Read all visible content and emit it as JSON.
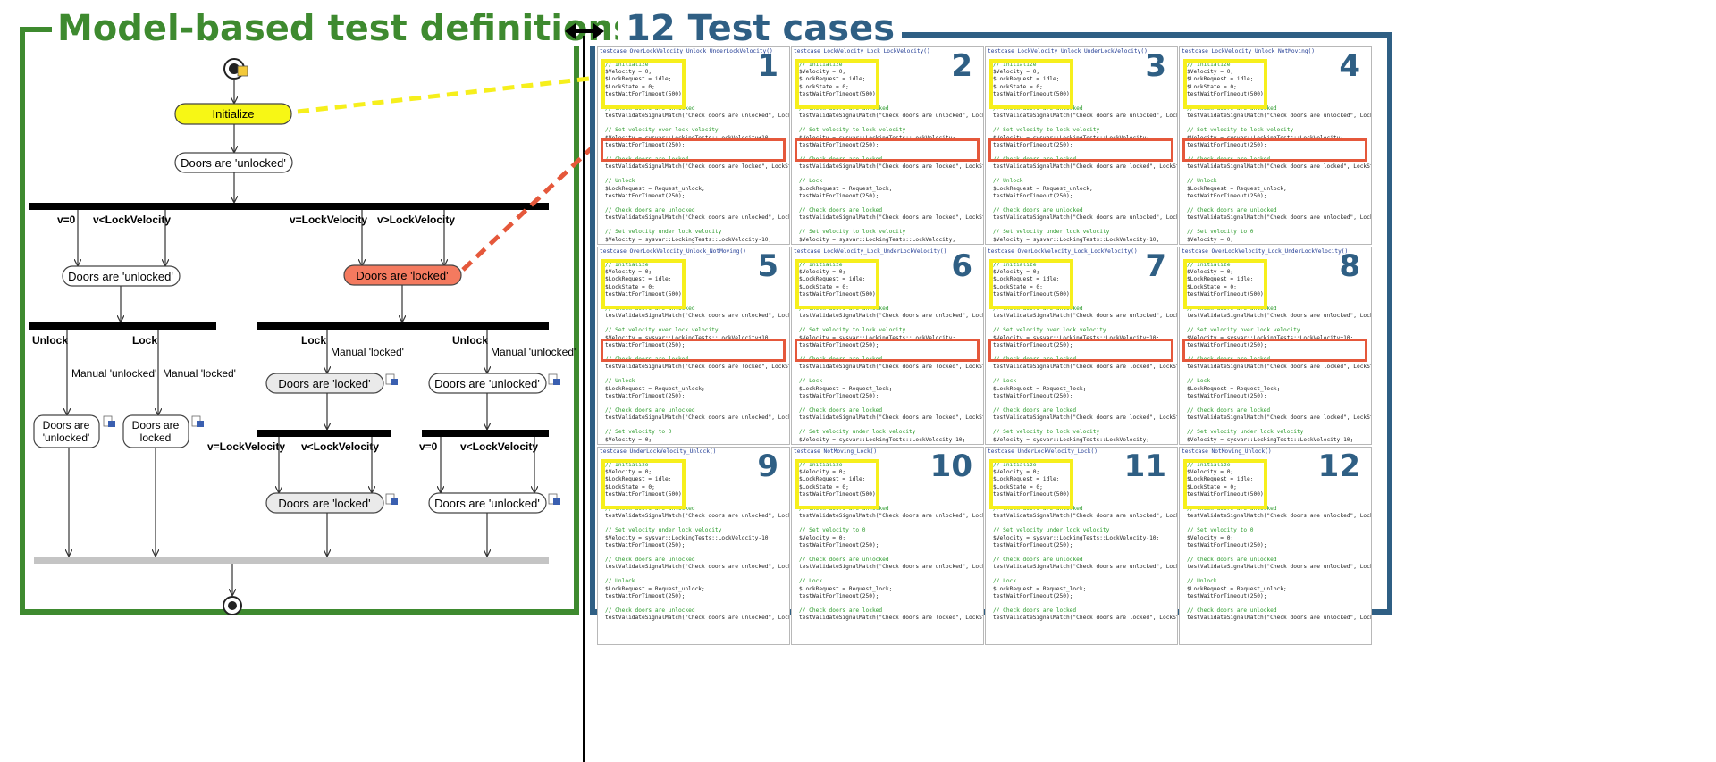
{
  "left_title": "Model-based test definitions",
  "right_title": "12 Test cases",
  "colors": {
    "green": "#3e8a2f",
    "blue": "#2f5f84",
    "yellow": "#f6ef1c",
    "red": "#e5583b"
  },
  "diagram": {
    "initialize": "Initialize",
    "doors_unlocked": "Doors are 'unlocked'",
    "doors_locked": "Doors are 'locked'",
    "doors_are": "Doors are",
    "unlocked_q": "'unlocked'",
    "locked_q": "'locked'",
    "v0": "v=0",
    "v_lt": "v<LockVelocity",
    "v_eq": "v=LockVelocity",
    "v_gt": "v>LockVelocity",
    "unlock": "Unlock",
    "lock": "Lock",
    "manual_unlocked": "Manual 'unlocked'",
    "manual_locked": "Manual 'locked'"
  },
  "code_lines": {
    "init_c": "// Initialize",
    "init_1": "$Velocity = 0;",
    "init_2": "$LockRequest = idle;",
    "init_3": "$LockState = 0;",
    "init_4": "testWaitForTimeout(500);",
    "c_unl": "// Check doors are unlocked",
    "val_unl": "testValidateSignalMatch(\"Check doors are unlocked\", LockState, Unlocked);",
    "c_lck": "// Check doors are locked",
    "val_lck": "testValidateSignalMatch(\"Check doors are locked\", LockState, Locked);",
    "c_over": "// Set velocity over lock velocity",
    "set_over": "$Velocity = sysvar::LockingTests::LockVelocity+10;",
    "c_to": "// Set velocity to lock velocity",
    "set_to": "$Velocity = sysvar::LockingTests::LockVelocity;",
    "c_under": "// Set velocity under lock velocity",
    "set_under": "$Velocity = sysvar::LockingTests::LockVelocity-10;",
    "c_zero": "// Set velocity to 0",
    "set_zero": "$Velocity = 0;",
    "wait": "testWaitForTimeout(250);",
    "c_unlock": "// Unlock",
    "req_unlock": "$LockRequest = Request_unlock;",
    "c_lock": "// Lock",
    "req_lock": "$LockRequest = Request_lock;"
  },
  "test_cases": [
    {
      "num": "1",
      "name": "testcase OverLockVelocity_Unlock_UnderLockVelocity()"
    },
    {
      "num": "2",
      "name": "testcase LockVelocity_Lock_LockVelocity()"
    },
    {
      "num": "3",
      "name": "testcase LockVelocity_Unlock_UnderLockVelocity()"
    },
    {
      "num": "4",
      "name": "testcase LockVelocity_Unlock_NotMoving()"
    },
    {
      "num": "5",
      "name": "testcase OverLockVelocity_Unlock_NotMoving()"
    },
    {
      "num": "6",
      "name": "testcase LockVelocity_Lock_UnderLockVelocity()"
    },
    {
      "num": "7",
      "name": "testcase OverLockVelocity_Lock_LockVelocity()"
    },
    {
      "num": "8",
      "name": "testcase OverLockVelocity_Lock_UnderLockVelocity()"
    },
    {
      "num": "9",
      "name": "testcase UnderLockVelocity_Unlock()"
    },
    {
      "num": "10",
      "name": "testcase NotMoving_Lock()"
    },
    {
      "num": "11",
      "name": "testcase UnderLockVelocity_Lock()"
    },
    {
      "num": "12",
      "name": "testcase NotMoving_Unlock()"
    }
  ]
}
